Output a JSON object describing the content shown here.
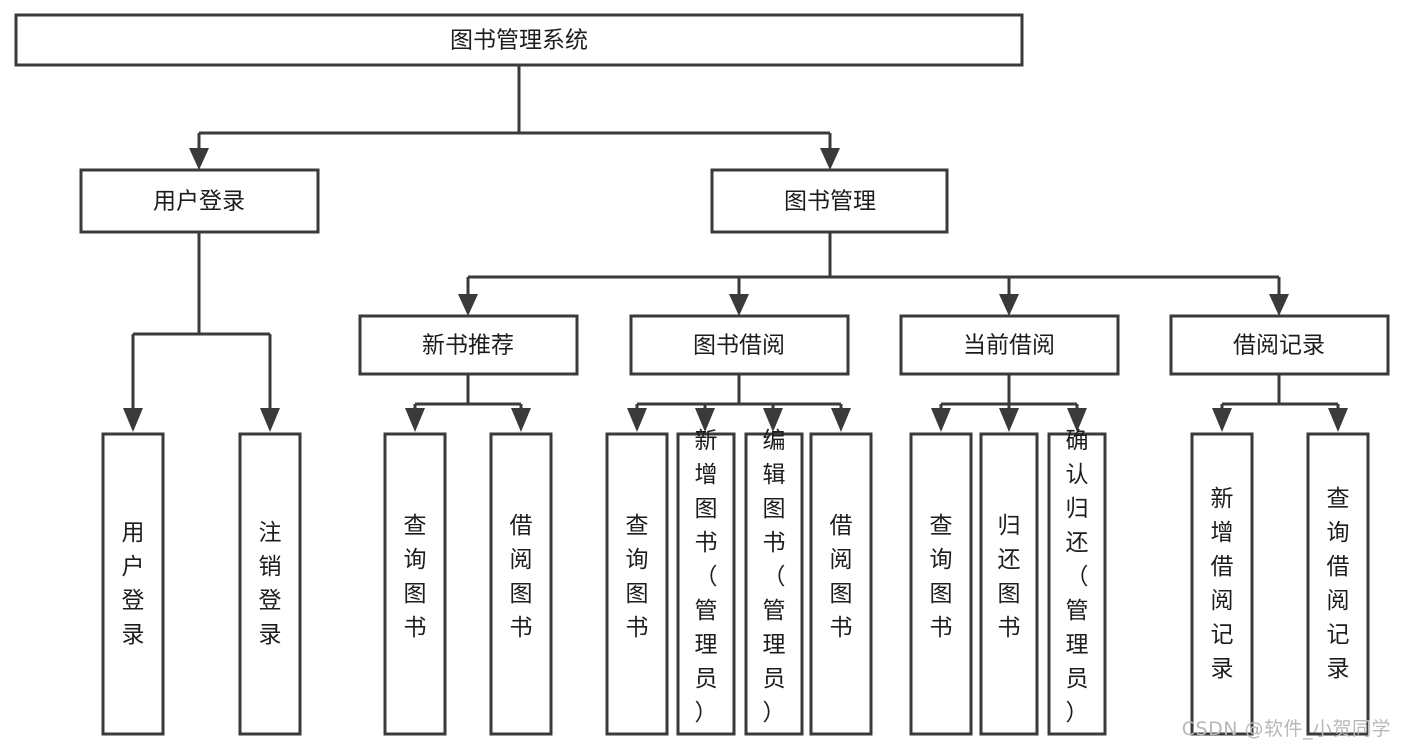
{
  "diagram": {
    "title": "图书管理系统",
    "type": "tree-hierarchy",
    "orientation": "top-down",
    "colors": {
      "box_stroke": "#3a3a3a",
      "box_fill": "#ffffff",
      "edge": "#3a3a3a",
      "text": "#1d1d1d",
      "background": "#ffffff",
      "watermark": "#b8b8b8"
    }
  },
  "watermark": {
    "text": "CSDN @软件_小贺同学"
  },
  "nodes": {
    "root": {
      "label": "图书管理系统"
    },
    "level2": [
      {
        "label": "用户登录"
      },
      {
        "label": "图书管理"
      }
    ],
    "level3": [
      {
        "label": "新书推荐"
      },
      {
        "label": "图书借阅"
      },
      {
        "label": "当前借阅"
      },
      {
        "label": "借阅记录"
      }
    ],
    "leaves_user_login": [
      {
        "label": "用户登录"
      },
      {
        "label": "注销登录"
      }
    ],
    "leaves_new_book": [
      {
        "label": "查询图书"
      },
      {
        "label": "借阅图书"
      }
    ],
    "leaves_borrow": [
      {
        "label": "查询图书"
      },
      {
        "label": "新增图书（管理员）"
      },
      {
        "label": "编辑图书（管理员）"
      },
      {
        "label": "借阅图书"
      }
    ],
    "leaves_current": [
      {
        "label": "查询图书"
      },
      {
        "label": "归还图书"
      },
      {
        "label": "确认归还（管理员）"
      }
    ],
    "leaves_record": [
      {
        "label": "新增借阅记录"
      },
      {
        "label": "查询借阅记录"
      }
    ]
  }
}
